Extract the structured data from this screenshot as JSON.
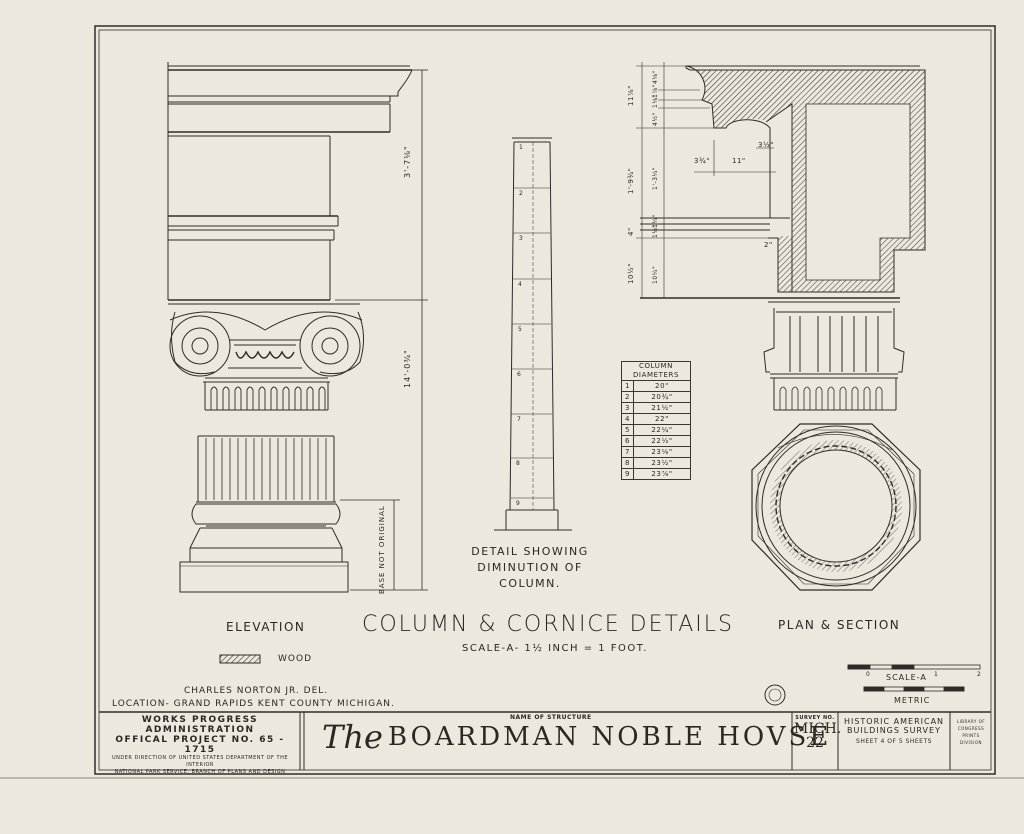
{
  "drawing": {
    "main_title": "COLUMN & CORNICE DETAILS",
    "scale_note": "SCALE-A- 1½ INCH = 1 FOOT.",
    "elevation_label": "ELEVATION",
    "plan_label": "PLAN & SECTION",
    "detail_label_lines": [
      "DETAIL SHOWING",
      "DIMINUTION OF",
      "COLUMN."
    ],
    "wood_legend": "WOOD",
    "base_note": "BASE NOT ORIGINAL",
    "dim_upper": "3'-7⅛\"",
    "dim_lower": "14'-0¾\"",
    "scale_bar_a": "SCALE-A",
    "scale_bar_metric": "METRIC",
    "scale_ticks": [
      "0",
      "1",
      "2"
    ]
  },
  "cornice_dims": {
    "left_outer": [
      "11⅞\"",
      "1'-9¾\"",
      "4\"",
      "10½\""
    ],
    "left_inner": [
      "4⅛\"",
      "1⅞\"",
      "1⅛\"",
      "4½\"",
      "1'-3¼\"",
      "1¼\"",
      "1½\"",
      "10¼\""
    ],
    "interior": [
      "3¾\"",
      "11\"",
      "3½\"",
      "2\""
    ]
  },
  "column_shaft_marks": [
    "1",
    "2",
    "3",
    "4",
    "5",
    "6",
    "7",
    "8",
    "9"
  ],
  "diameters": {
    "header": [
      "COLUMN",
      "DIAMETERS"
    ],
    "rows": [
      {
        "n": "1",
        "v": "20\""
      },
      {
        "n": "2",
        "v": "20¾\""
      },
      {
        "n": "3",
        "v": "21½\""
      },
      {
        "n": "4",
        "v": "22\""
      },
      {
        "n": "5",
        "v": "22¼\""
      },
      {
        "n": "6",
        "v": "22½\""
      },
      {
        "n": "7",
        "v": "23⅛\""
      },
      {
        "n": "8",
        "v": "23½\""
      },
      {
        "n": "9",
        "v": "23⅞\""
      }
    ]
  },
  "credits": {
    "delineator": "CHARLES NORTON JR. DEL.",
    "location": "LOCATION- GRAND RAPIDS KENT COUNTY MICHIGAN."
  },
  "title_block": {
    "agency_line1": "WORKS PROGRESS ADMINISTRATION",
    "agency_line2": "OFFICAL PROJECT NO. 65 - 1715",
    "agency_line3": "UNDER DIRECTION OF UNITED STATES DEPARTMENT OF THE INTERIOR",
    "agency_line4": "NATIONAL PARK SERVICE, BRANCH OF PLANS AND DESIGN",
    "name_caption": "NAME OF STRUCTURE",
    "structure_the": "The",
    "structure_name": "BOARDMAN NOBLE HOVSE",
    "survey_caption": "SURVEY NO.",
    "survey_state": "MICH.",
    "survey_number": "22",
    "habs_line1": "HISTORIC AMERICAN",
    "habs_line2": "BUILDINGS SURVEY",
    "sheet_line": "SHEET 4 OF 5 SHEETS",
    "loc_line1": "LIBRARY OF CONGRESS",
    "loc_line2": "PRINTS DIVISION"
  },
  "colors": {
    "paper": "#ece8dd",
    "ink": "#2a2724"
  }
}
